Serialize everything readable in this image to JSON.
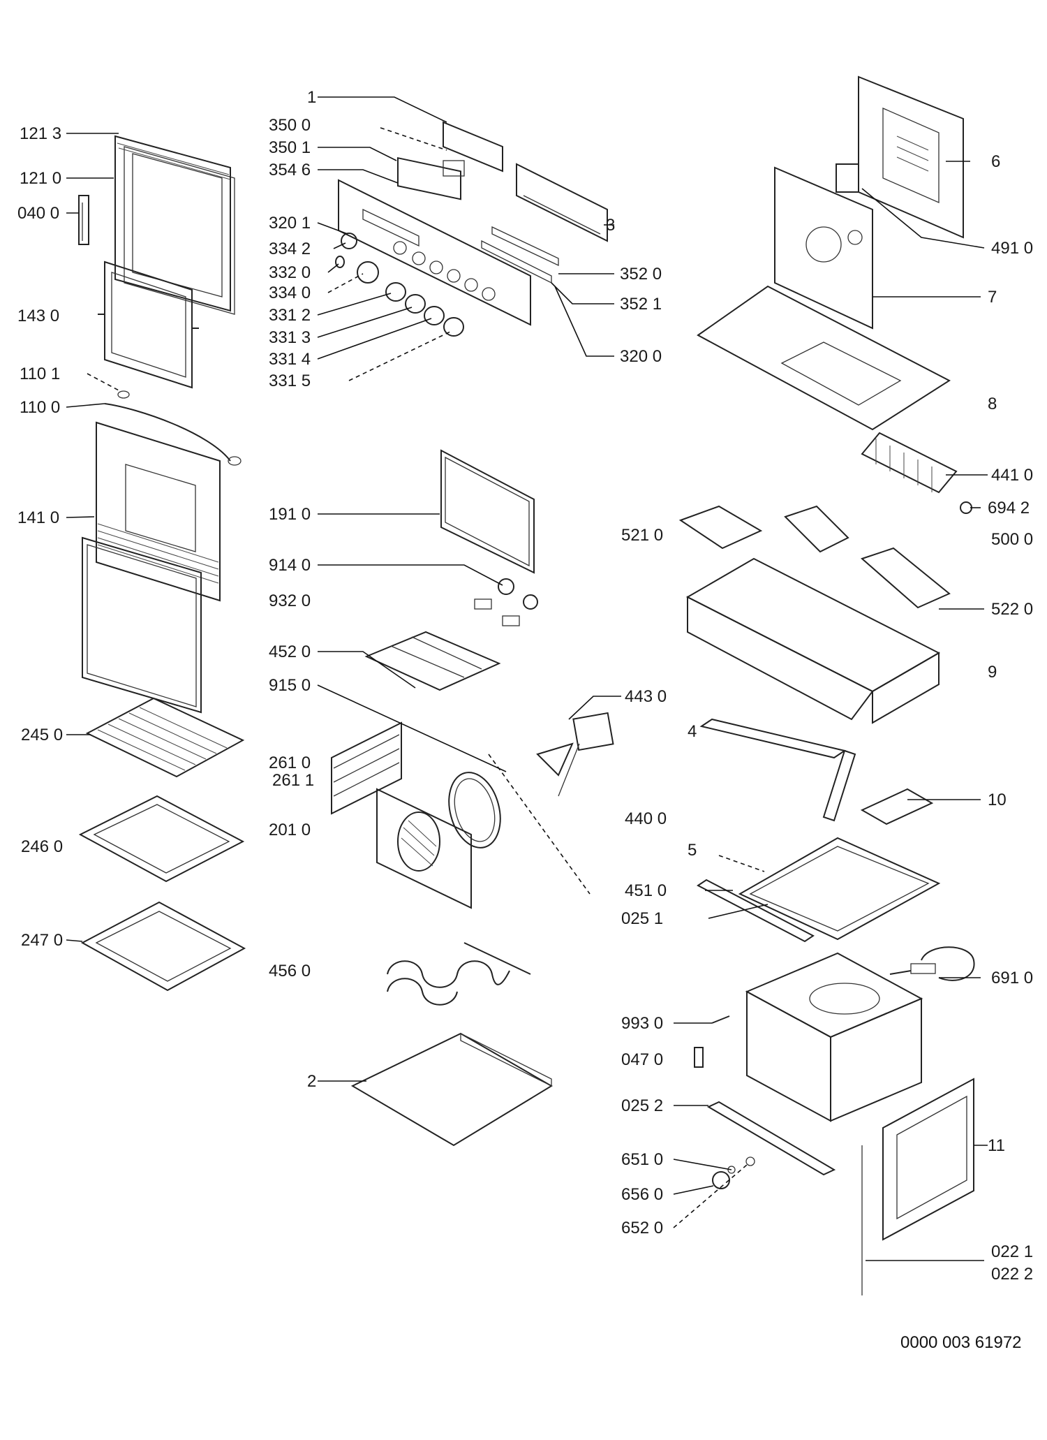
{
  "diagram": {
    "document_code": "0000 003 61972",
    "labels": [
      "1",
      "350 0",
      "350 1",
      "354 6",
      "320 1",
      "334 2",
      "332 0",
      "334 0",
      "331 2",
      "331 3",
      "331 4",
      "331 5",
      "3",
      "352 0",
      "352 1",
      "320 0",
      "121 3",
      "121 0",
      "040 0",
      "143 0",
      "110 1",
      "110 0",
      "141 0",
      "245 0",
      "246 0",
      "247 0",
      "191 0",
      "914 0",
      "932 0",
      "452 0",
      "915 0",
      "443 0",
      "440 0",
      "261 0",
      "261 1",
      "201 0",
      "456 0",
      "2",
      "6",
      "491 0",
      "7",
      "8",
      "441 0",
      "694 2",
      "500 0",
      "521 0",
      "522 0",
      "9",
      "4",
      "10",
      "5",
      "451 0",
      "025 1",
      "691 0",
      "993 0",
      "047 0",
      "025 2",
      "11",
      "651 0",
      "656 0",
      "652 0",
      "022 1",
      "022 2"
    ]
  }
}
